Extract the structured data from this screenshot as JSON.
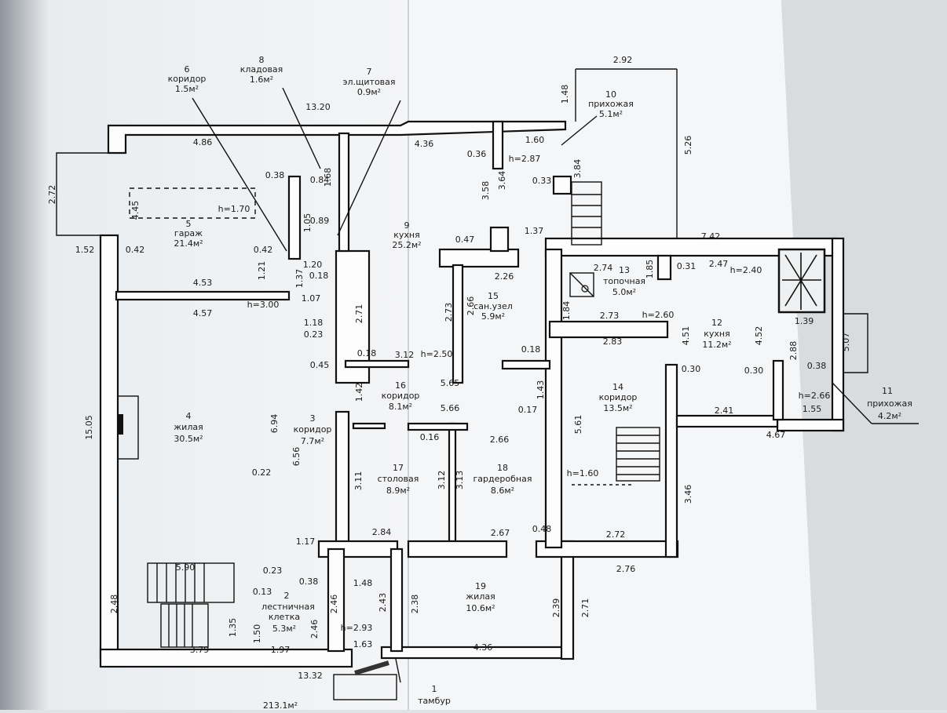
{
  "rooms": [
    {
      "no": "1",
      "name": "тамбур",
      "area": ""
    },
    {
      "no": "2",
      "name": "лестничная клетка",
      "name_a": "лестничная",
      "name_b": "клетка",
      "area": "5.3м²"
    },
    {
      "no": "3",
      "name": "коридор",
      "area": "7.7м²"
    },
    {
      "no": "4",
      "name": "жилая",
      "area": "30.5м²"
    },
    {
      "no": "5",
      "name": "гараж",
      "area": "21.4м²"
    },
    {
      "no": "6",
      "name": "коридор",
      "area": "1.5м²"
    },
    {
      "no": "7",
      "name": "эл.щитовая",
      "area": "0.9м²"
    },
    {
      "no": "8",
      "name": "кладовая",
      "area": "1.6м²"
    },
    {
      "no": "9",
      "name": "кухня",
      "area": "25.2м²"
    },
    {
      "no": "10",
      "name": "прихожая",
      "area": "5.1м²"
    },
    {
      "no": "11",
      "name": "прихожая",
      "area": "4.2м²"
    },
    {
      "no": "12",
      "name": "кухня",
      "area": "11.2м²"
    },
    {
      "no": "13",
      "name": "топочная",
      "area": "5.0м²"
    },
    {
      "no": "14",
      "name": "коридор",
      "area": "13.5м²"
    },
    {
      "no": "15",
      "name": "сан.узел",
      "area": "5.9м²"
    },
    {
      "no": "16",
      "name": "коридор",
      "area": "8.1м²"
    },
    {
      "no": "17",
      "name": "столовая",
      "area": "8.9м²"
    },
    {
      "no": "18",
      "name": "гардеробная",
      "area": "8.6м²"
    },
    {
      "no": "19",
      "name": "жилая",
      "area": "10.6м²"
    }
  ],
  "heights": {
    "h_garage": "h=1.70",
    "h_living": "h=3.00",
    "h_kitchen9": "h=2.87",
    "h_sanuzel": "h=2.50",
    "h_kitchen12": "h=2.40",
    "h_topochnaya": "h=2.60",
    "h_corridor14": "h=1.60",
    "h_entrance11": "h=2.66",
    "h_tambur": "h=2.93"
  },
  "dimensions": {
    "d_1320": "13.20",
    "d_486": "4.86",
    "d_436": "4.36",
    "d_292": "2.92",
    "d_148a": "1.48",
    "d_526": "5.26",
    "d_160": "1.60",
    "d_036": "0.36",
    "d_358": "3.58",
    "d_364": "3.64",
    "d_033": "0.33",
    "d_384": "3.84",
    "d_137a": "1.37",
    "d_742": "7.42",
    "d_272": "2.72",
    "d_152": "1.52",
    "d_042a": "0.42",
    "d_445": "4.45",
    "d_038a": "0.38",
    "d_084": "0.84",
    "d_168": "1.68",
    "d_105": "1.05",
    "d_089": "0.89",
    "d_042b": "0.42",
    "d_120": "1.20",
    "d_137b": "1.37",
    "d_018a": "0.18",
    "d_047": "0.47",
    "d_121": "1.21",
    "d_453": "4.53",
    "d_107": "1.07",
    "d_457": "4.57",
    "d_118": "1.18",
    "d_023a": "0.23",
    "d_271a": "2.71",
    "d_018b": "0.18",
    "d_045": "0.45",
    "d_142": "1.42",
    "d_226": "2.26",
    "d_273a": "2.73",
    "d_266a": "2.66",
    "d_312a": "3.12",
    "d_018c": "0.18",
    "d_565": "5.65",
    "d_566": "5.66",
    "d_143": "1.43",
    "d_017": "0.17",
    "d_016": "0.16",
    "d_266b": "2.66",
    "d_274": "2.74",
    "d_185": "1.85",
    "d_031": "0.31",
    "d_247": "2.47",
    "d_184": "1.84",
    "d_273b": "2.73",
    "d_283": "2.83",
    "d_451": "4.51",
    "d_452": "4.52",
    "d_288": "2.88",
    "d_139": "1.39",
    "d_507": "5.07",
    "d_038b": "0.38",
    "d_030a": "0.30",
    "d_030b": "0.30",
    "d_241": "2.41",
    "d_155": "1.55",
    "d_467": "4.67",
    "d_561": "5.61",
    "d_346": "3.46",
    "d_1505": "15.05",
    "d_694": "6.94",
    "d_656": "6.56",
    "d_022": "0.22",
    "d_311": "3.11",
    "d_312b": "3.12",
    "d_313": "3.13",
    "d_284": "2.84",
    "d_267": "2.67",
    "d_048": "0.48",
    "d_272b": "2.72",
    "d_276": "2.76",
    "d_117": "1.17",
    "d_023b": "0.23",
    "d_590": "5.90",
    "d_038c": "0.38",
    "d_148b": "1.48",
    "d_013": "0.13",
    "d_248": "2.48",
    "d_246a": "2.46",
    "d_243": "2.43",
    "d_238": "2.38",
    "d_239": "2.39",
    "d_271b": "2.71",
    "d_135": "1.35",
    "d_150": "1.50",
    "d_246b": "2.46",
    "d_379": "3.79",
    "d_197": "1.97",
    "d_163": "1.63",
    "d_436b": "4.36",
    "d_1332": "13.32",
    "d_footer": "213.1м²"
  }
}
